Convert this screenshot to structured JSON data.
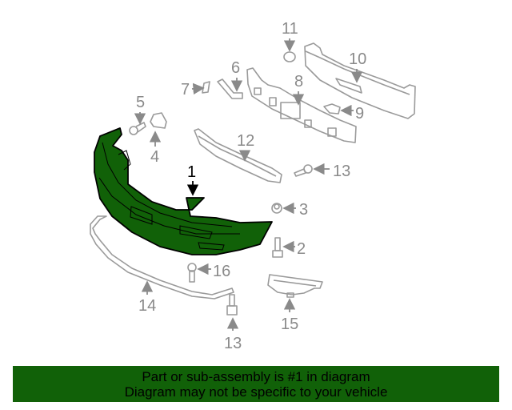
{
  "diagram": {
    "highlighted_part": "1",
    "highlight_color": "#116108",
    "callouts": [
      {
        "id": "1",
        "label": "1"
      },
      {
        "id": "2",
        "label": "2"
      },
      {
        "id": "3",
        "label": "3"
      },
      {
        "id": "4",
        "label": "4"
      },
      {
        "id": "5",
        "label": "5"
      },
      {
        "id": "6",
        "label": "6"
      },
      {
        "id": "7",
        "label": "7"
      },
      {
        "id": "8",
        "label": "8"
      },
      {
        "id": "9",
        "label": "9"
      },
      {
        "id": "10",
        "label": "10"
      },
      {
        "id": "11",
        "label": "11"
      },
      {
        "id": "12",
        "label": "12"
      },
      {
        "id": "13a",
        "label": "13"
      },
      {
        "id": "13b",
        "label": "13"
      },
      {
        "id": "14",
        "label": "14"
      },
      {
        "id": "15",
        "label": "15"
      },
      {
        "id": "16",
        "label": "16"
      }
    ]
  },
  "banner": {
    "line1": "Part or sub-assembly is #1 in diagram",
    "line2": "Diagram may not be specific to your vehicle",
    "background": "#116108"
  }
}
